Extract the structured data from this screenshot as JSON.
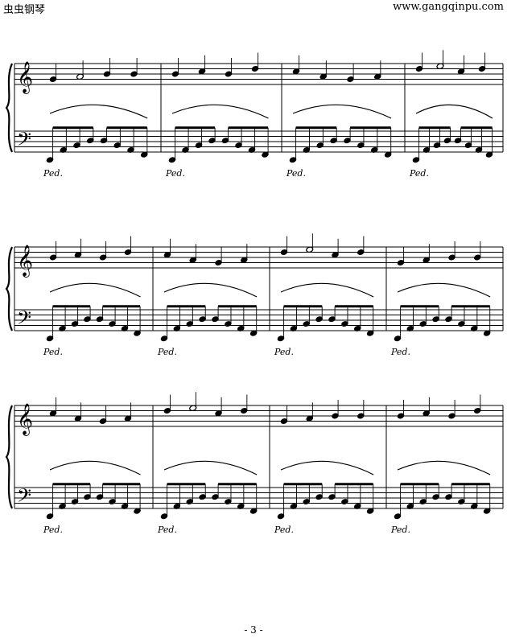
{
  "header": {
    "site_name": "虫虫钢琴",
    "site_url": "www.gangqinpu.com"
  },
  "footer": {
    "page_number": "- 3 -"
  },
  "score": {
    "pedal_mark": "Ped.",
    "systems": 3,
    "measures_per_system": 4
  }
}
